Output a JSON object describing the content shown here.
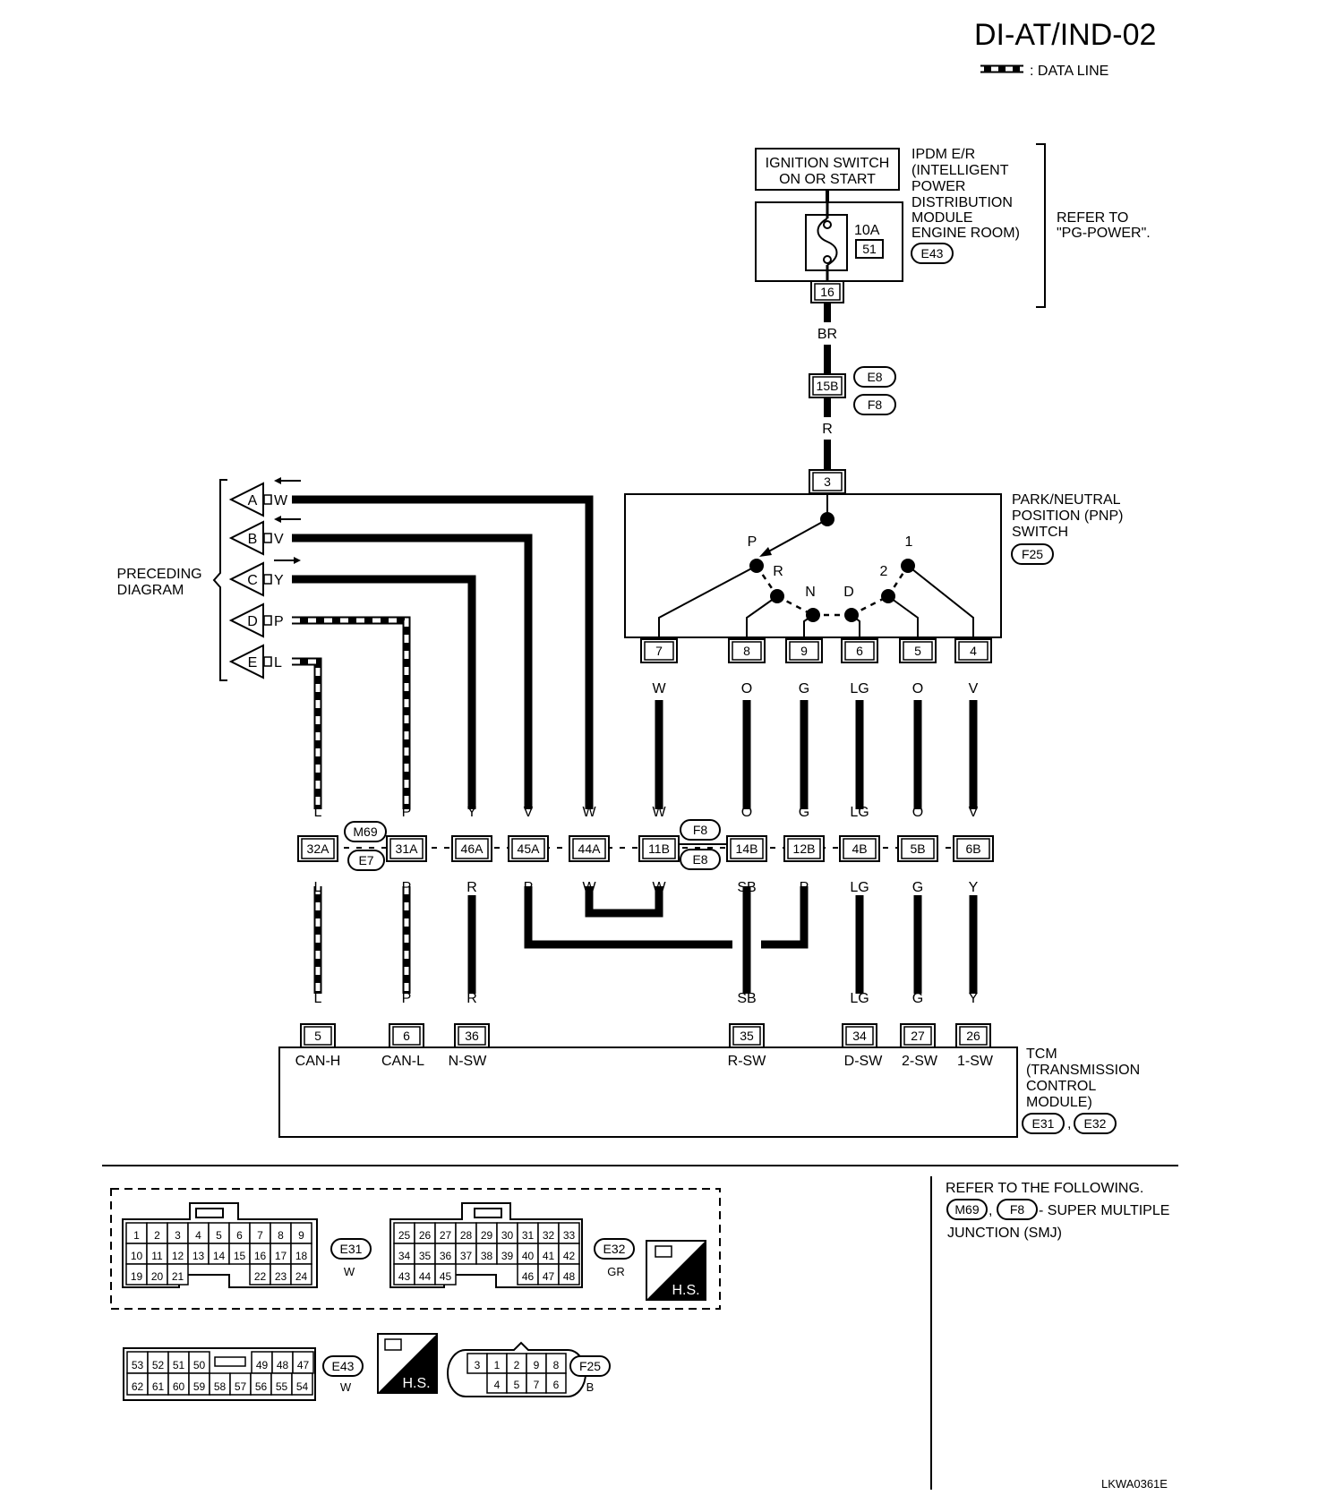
{
  "title": "DI-AT/IND-02",
  "legend": {
    "label": ": DATA LINE"
  },
  "ipdm": {
    "switch_line1": "IGNITION SWITCH",
    "switch_line2": "ON OR START",
    "fuse_amp": "10A",
    "fuse_no": "51",
    "pin": "16",
    "lines": [
      "IPDM E/R",
      "(INTELLIGENT",
      "POWER",
      "DISTRIBUTION",
      "MODULE",
      "ENGINE ROOM)"
    ],
    "connector": "E43",
    "refer_line1": "REFER TO",
    "refer_line2": "\"PG-POWER\"."
  },
  "feed": {
    "wire1": "BR",
    "pin": "15B",
    "conn1": "E8",
    "conn2": "F8",
    "wire2": "R",
    "pnp_pin": "3"
  },
  "pnp": {
    "lines": [
      "PARK/NEUTRAL",
      "POSITION (PNP)",
      "SWITCH"
    ],
    "connector": "F25",
    "positions": [
      "P",
      "R",
      "N",
      "D",
      "2",
      "1"
    ],
    "pins": [
      "7",
      "8",
      "9",
      "6",
      "5",
      "4"
    ],
    "wires": [
      "W",
      "O",
      "G",
      "LG",
      "O",
      "V"
    ]
  },
  "preceding": {
    "line1": "PRECEDING",
    "line2": "DIAGRAM",
    "items": [
      {
        "letter": "A",
        "wire": "W"
      },
      {
        "letter": "B",
        "wire": "V"
      },
      {
        "letter": "C",
        "wire": "Y"
      },
      {
        "letter": "D",
        "wire": "P"
      },
      {
        "letter": "E",
        "wire": "L"
      }
    ]
  },
  "junction": {
    "conn_m69": "M69",
    "conn_e7": "E7",
    "conn_f8": "F8",
    "conn_e8": "E8",
    "pins": [
      "32A",
      "31A",
      "46A",
      "45A",
      "44A",
      "11B",
      "14B",
      "12B",
      "4B",
      "5B",
      "6B"
    ],
    "top_wires": [
      "L",
      "P",
      "Y",
      "V",
      "W",
      "W",
      "O",
      "G",
      "LG",
      "O",
      "V"
    ],
    "bottom_wires": [
      "L",
      "P",
      "R",
      "P",
      "W",
      "W",
      "SB",
      "P",
      "LG",
      "G",
      "Y"
    ]
  },
  "tcm": {
    "lines": [
      "TCM",
      "(TRANSMISSION",
      "CONTROL",
      "MODULE)"
    ],
    "conn1": "E31",
    "conn2": "E32",
    "wires": [
      "L",
      "P",
      "R",
      "SB",
      "LG",
      "G",
      "Y"
    ],
    "pins": [
      "5",
      "6",
      "36",
      "35",
      "34",
      "27",
      "26"
    ],
    "pin_labels": [
      "CAN-H",
      "CAN-L",
      "N-SW",
      "R-SW",
      "D-SW",
      "2-SW",
      "1-SW"
    ]
  },
  "connectors": {
    "e31": {
      "name": "E31",
      "color": "W",
      "rows": [
        [
          "1",
          "2",
          "3",
          "4",
          "5",
          "6",
          "7",
          "8",
          "9"
        ],
        [
          "10",
          "11",
          "12",
          "13",
          "14",
          "15",
          "16",
          "17",
          "18"
        ],
        [
          "19",
          "20",
          "21",
          "22",
          "23",
          "24"
        ]
      ]
    },
    "e32": {
      "name": "E32",
      "color": "GR",
      "rows": [
        [
          "25",
          "26",
          "27",
          "28",
          "29",
          "30",
          "31",
          "32",
          "33"
        ],
        [
          "34",
          "35",
          "36",
          "37",
          "38",
          "39",
          "40",
          "41",
          "42"
        ],
        [
          "43",
          "44",
          "45",
          "46",
          "47",
          "48"
        ]
      ]
    },
    "e43": {
      "name": "E43",
      "color": "W",
      "rows": [
        [
          "53",
          "52",
          "51",
          "50",
          "49",
          "48",
          "47"
        ],
        [
          "62",
          "61",
          "60",
          "59",
          "58",
          "57",
          "56",
          "55",
          "54"
        ]
      ]
    },
    "f25": {
      "name": "F25",
      "color": "B",
      "rows": [
        [
          "3",
          "1",
          "2",
          "9",
          "8"
        ],
        [
          "4",
          "5",
          "7",
          "6"
        ]
      ]
    },
    "hs": "H.S."
  },
  "refer": {
    "line1": "REFER TO THE FOLLOWING.",
    "conn1": "M69",
    "conn2": "F8",
    "line2_rest": "- SUPER MULTIPLE",
    "line3": "JUNCTION (SMJ)"
  },
  "code": "LKWA0361E"
}
